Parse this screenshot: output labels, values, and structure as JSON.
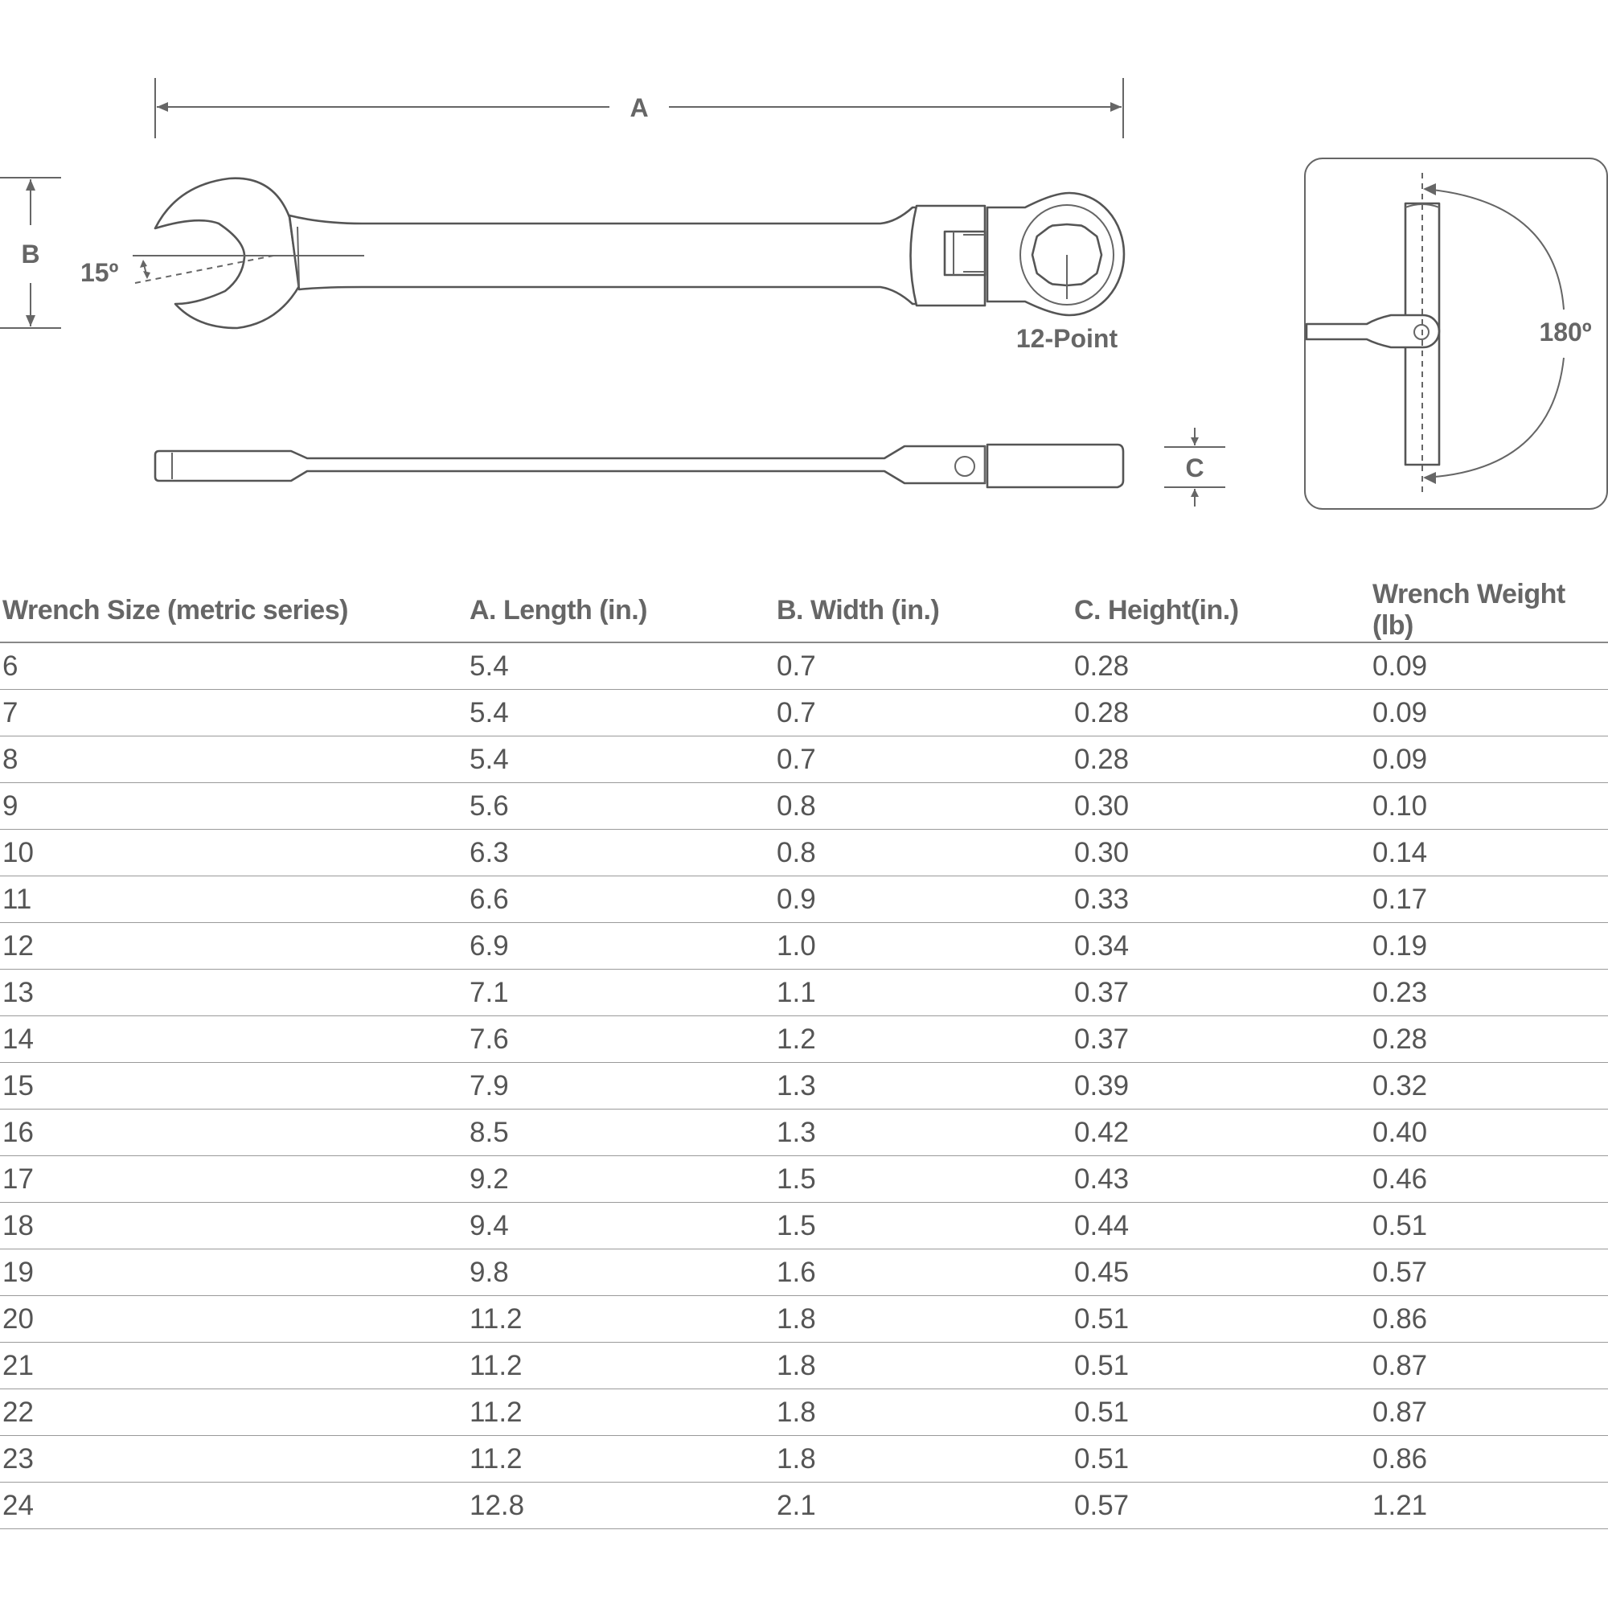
{
  "diagram": {
    "label_a": "A",
    "label_b": "B",
    "label_c": "C",
    "angle_label": "15º",
    "point_label": "12-Point",
    "rotation_label": "180º"
  },
  "table": {
    "headers": [
      "Wrench Size (metric series)",
      "A. Length (in.)",
      "B. Width (in.)",
      "C. Height(in.)",
      "Wrench Weight (lb)"
    ],
    "rows": [
      [
        "6",
        "5.4",
        "0.7",
        "0.28",
        "0.09"
      ],
      [
        "7",
        "5.4",
        "0.7",
        "0.28",
        "0.09"
      ],
      [
        "8",
        "5.4",
        "0.7",
        "0.28",
        "0.09"
      ],
      [
        "9",
        "5.6",
        "0.8",
        "0.30",
        "0.10"
      ],
      [
        "10",
        "6.3",
        "0.8",
        "0.30",
        "0.14"
      ],
      [
        "11",
        "6.6",
        "0.9",
        "0.33",
        "0.17"
      ],
      [
        "12",
        "6.9",
        "1.0",
        "0.34",
        "0.19"
      ],
      [
        "13",
        "7.1",
        "1.1",
        "0.37",
        "0.23"
      ],
      [
        "14",
        "7.6",
        "1.2",
        "0.37",
        "0.28"
      ],
      [
        "15",
        "7.9",
        "1.3",
        "0.39",
        "0.32"
      ],
      [
        "16",
        "8.5",
        "1.3",
        "0.42",
        "0.40"
      ],
      [
        "17",
        "9.2",
        "1.5",
        "0.43",
        "0.46"
      ],
      [
        "18",
        "9.4",
        "1.5",
        "0.44",
        "0.51"
      ],
      [
        "19",
        "9.8",
        "1.6",
        "0.45",
        "0.57"
      ],
      [
        "20",
        "11.2",
        "1.8",
        "0.51",
        "0.86"
      ],
      [
        "21",
        "11.2",
        "1.8",
        "0.51",
        "0.87"
      ],
      [
        "22",
        "11.2",
        "1.8",
        "0.51",
        "0.87"
      ],
      [
        "23",
        "11.2",
        "1.8",
        "0.51",
        "0.86"
      ],
      [
        "24",
        "12.8",
        "2.1",
        "0.57",
        "1.21"
      ]
    ]
  }
}
